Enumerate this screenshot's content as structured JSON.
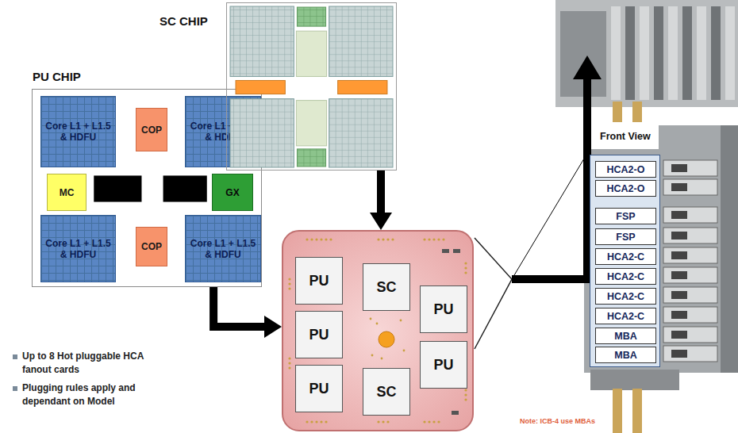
{
  "diagram": {
    "nodes": [
      {
        "text": [
          "PU CHIP"
        ]
      },
      {
        "text": [
          "Core L1 + L1.5 & HDFU"
        ],
        "in": 0
      },
      {
        "text": [
          "COP"
        ],
        "in": 0
      },
      {
        "text": [
          "Core L1 + L1.5 & HDFU"
        ],
        "in": 0
      },
      {
        "text": [
          "MC"
        ],
        "in": 0
      },
      {
        "text": [
          "GX"
        ],
        "in": 0
      },
      {
        "text": [
          "Core L1 + L1.5 & HDFU"
        ],
        "in": 0
      },
      {
        "text": [
          "COP"
        ],
        "in": 0
      },
      {
        "text": [
          "Core L1 + L1.5 & HDFU"
        ],
        "in": 0
      },
      {
        "text": [
          "SC CHIP"
        ]
      },
      {
        "text": []
      },
      {
        "text": [
          "PU"
        ],
        "in": 10
      },
      {
        "text": [
          "SC"
        ],
        "in": 10
      },
      {
        "text": [
          "PU"
        ],
        "in": 10
      },
      {
        "text": [
          "PU"
        ],
        "in": 10
      },
      {
        "text": [
          "PU"
        ],
        "in": 10
      },
      {
        "text": [
          "PU"
        ],
        "in": 10
      },
      {
        "text": [
          "SC"
        ],
        "in": 10
      },
      {
        "text": [
          "Front View"
        ]
      },
      {
        "text": [
          "HCA2-O"
        ],
        "in": 18
      },
      {
        "text": [
          "HCA2-O"
        ],
        "in": 18
      },
      {
        "text": [
          "FSP"
        ],
        "in": 18
      },
      {
        "text": [
          "FSP"
        ],
        "in": 18
      },
      {
        "text": [
          "HCA2-C"
        ],
        "in": 18
      },
      {
        "text": [
          "HCA2-C"
        ],
        "in": 18
      },
      {
        "text": [
          "HCA2-C"
        ],
        "in": 18
      },
      {
        "text": [
          "HCA2-C"
        ],
        "in": 18
      },
      {
        "text": [
          "MBA"
        ],
        "in": 18
      },
      {
        "text": [
          "MBA"
        ],
        "in": 18
      }
    ],
    "edges": [
      {
        "from": 0,
        "to": 10,
        "arrow": "to"
      },
      {
        "from": 9,
        "to": 10,
        "arrow": "to"
      }
    ],
    "labels": [
      "Up to 8 Hot pluggable HCA fanout cards",
      "Plugging rules apply and dependant on Model",
      "Note: ICB-4 use MBAs"
    ]
  }
}
